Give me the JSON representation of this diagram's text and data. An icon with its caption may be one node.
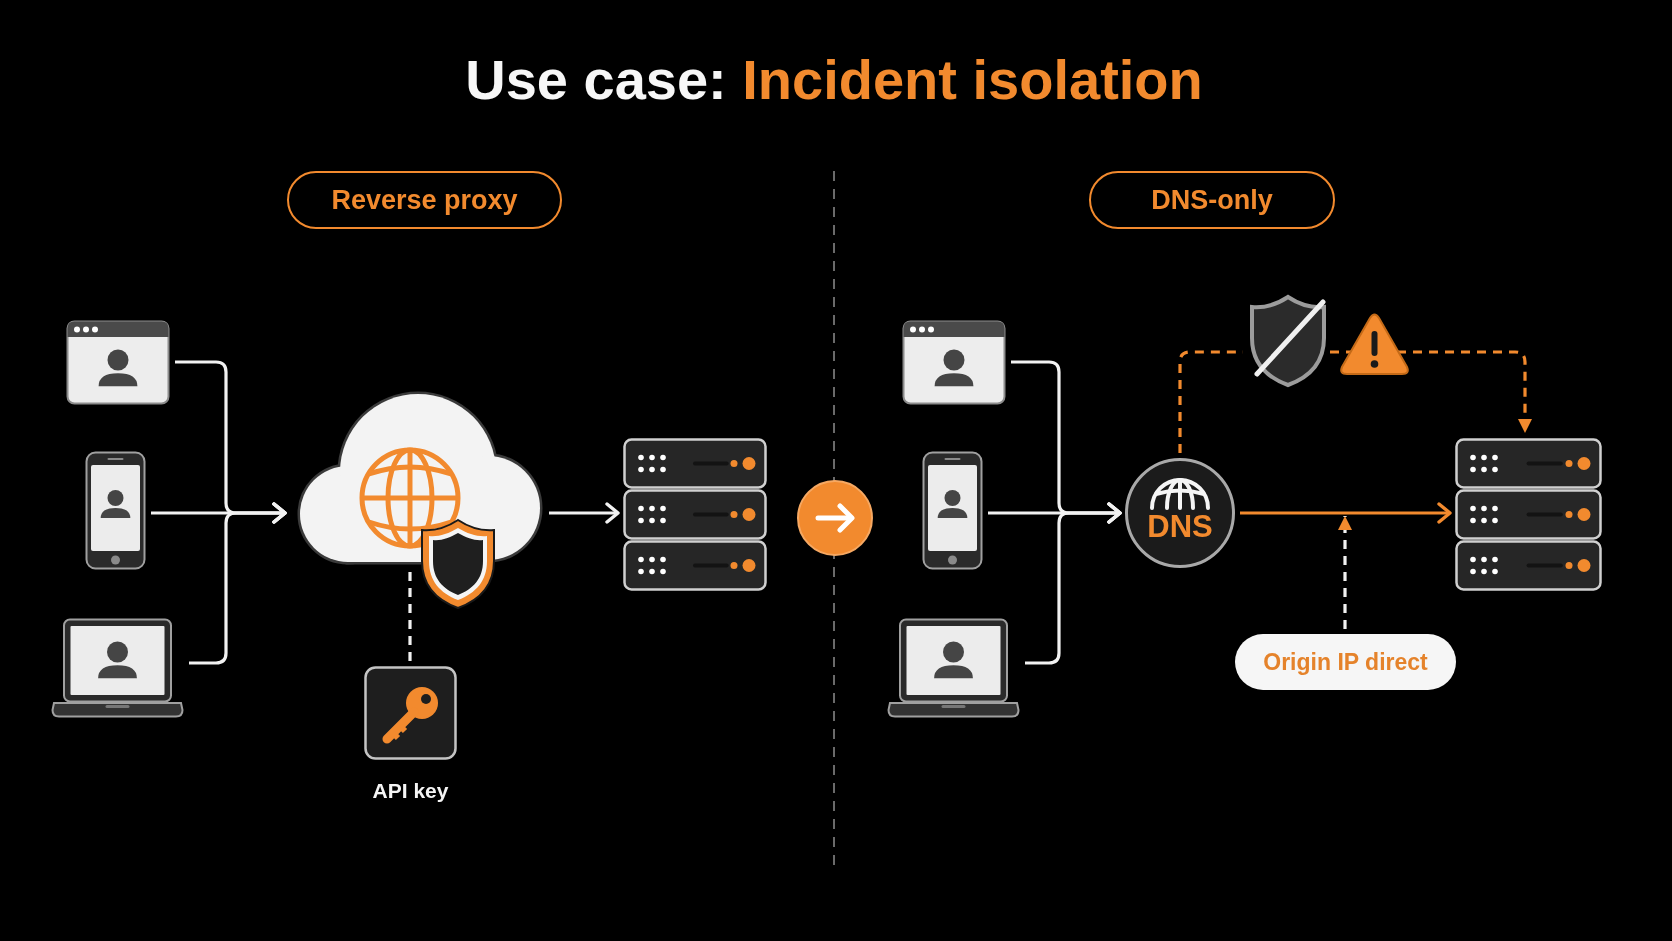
{
  "diagram": {
    "title": "Use case: Incident isolation",
    "nodes": [
      {
        "text": [
          "Reverse proxy"
        ]
      },
      {
        "text": [],
        "shape": "picture"
      },
      {
        "text": [],
        "shape": "picture"
      },
      {
        "text": [],
        "shape": "picture"
      },
      {
        "text": [],
        "shape": "cloud"
      },
      {
        "text": [
          "API key"
        ]
      },
      {
        "text": [],
        "shape": "picture"
      },
      {
        "text": [
          "DNS-only"
        ]
      },
      {
        "text": [],
        "shape": "picture"
      },
      {
        "text": [],
        "shape": "picture"
      },
      {
        "text": [],
        "shape": "picture"
      },
      {
        "text": [
          "DNS"
        ]
      },
      {
        "text": [],
        "shape": "picture"
      },
      {
        "text": [],
        "shape": "picture"
      },
      {
        "text": [],
        "shape": "picture"
      },
      {
        "text": [
          "Origin IP direct"
        ]
      }
    ],
    "edges": [
      {
        "from": 1,
        "to": 4,
        "arrow": "to"
      },
      {
        "from": 2,
        "to": 4,
        "arrow": "to"
      },
      {
        "from": 3,
        "to": 4,
        "arrow": "to"
      },
      {
        "from": 4,
        "to": 6,
        "arrow": "to"
      },
      {
        "from": 4,
        "to": 5,
        "arrow": "none",
        "style": "dashed"
      },
      {
        "from": 8,
        "to": 11,
        "arrow": "to"
      },
      {
        "from": 9,
        "to": 11,
        "arrow": "to"
      },
      {
        "from": 10,
        "to": 11,
        "arrow": "to"
      },
      {
        "from": 11,
        "to": 14,
        "arrow": "to",
        "color": "#f28a2e"
      },
      {
        "from": 11,
        "to": 12,
        "arrow": "none",
        "style": "dashed",
        "color": "#f28a2e"
      },
      {
        "from": 12,
        "to": 13,
        "arrow": "none",
        "style": "dashed",
        "color": "#f28a2e"
      },
      {
        "from": 13,
        "to": 14,
        "arrow": "to",
        "style": "dashed",
        "color": "#f28a2e"
      },
      {
        "from": 15,
        "to": null,
        "arrow": "to",
        "style": "dashed"
      }
    ]
  }
}
